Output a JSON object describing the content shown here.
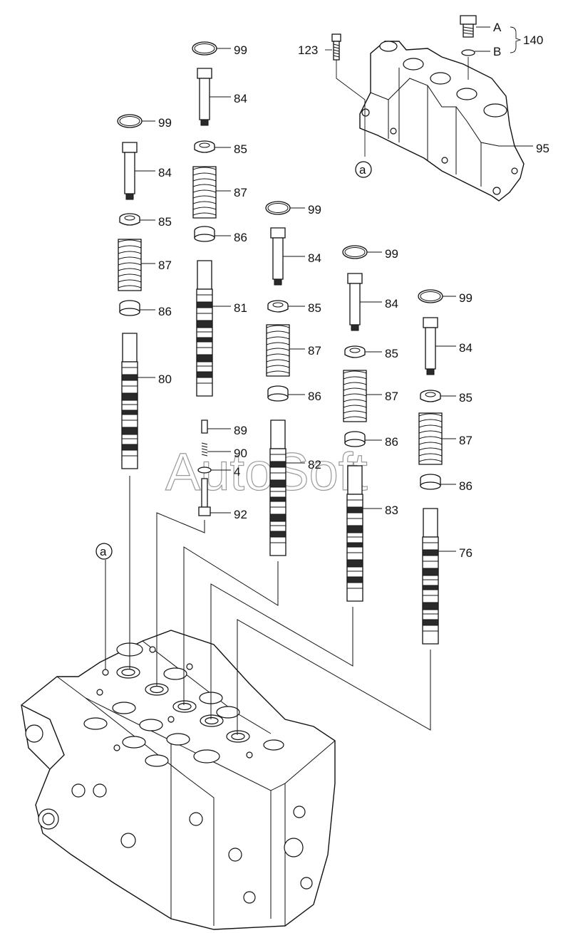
{
  "labels": {
    "spool_a_seal": "99",
    "spool_a_plug": "84",
    "spool_a_seat_top": "85",
    "spool_a_spring": "87",
    "spool_a_seat_bottom": "86",
    "spool_a_spool": "80",
    "spool_b_seal": "99",
    "spool_b_plug": "84",
    "spool_b_seat_top": "85",
    "spool_b_spring": "87",
    "spool_b_seat_bottom": "86",
    "spool_b_spool": "81",
    "spool_b_pin": "89",
    "spool_b_spring_small": "90",
    "spool_b_ring": "4",
    "spool_b_plunger": "92",
    "spool_c_seal": "99",
    "spool_c_plug": "84",
    "spool_c_seat_top": "85",
    "spool_c_spring": "87",
    "spool_c_seat_bottom": "86",
    "spool_c_spool": "82",
    "spool_d_seal": "99",
    "spool_d_plug": "84",
    "spool_d_seat_top": "85",
    "spool_d_spring": "87",
    "spool_d_seat_bottom": "86",
    "spool_d_spool": "83",
    "spool_e_seal": "99",
    "spool_e_plug": "84",
    "spool_e_seat_top": "85",
    "spool_e_spring": "87",
    "spool_e_seat_bottom": "86",
    "spool_e_spool": "76",
    "cover_bolt": "123",
    "cover": "95",
    "plug_a": "A",
    "plug_b": "B",
    "plug_set": "140",
    "ref_a_top": "a",
    "ref_a_bottom": "a"
  },
  "watermark": "AutoSoft"
}
